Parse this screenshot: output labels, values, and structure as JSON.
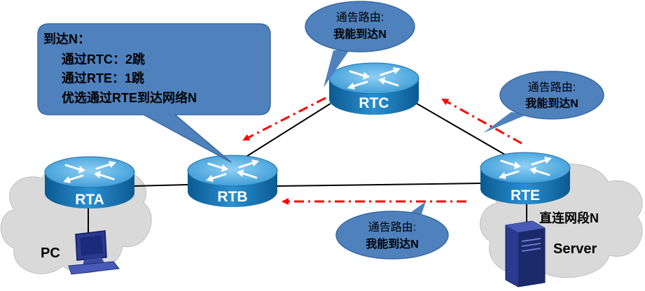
{
  "routers": {
    "rta": "RTA",
    "rtb": "RTB",
    "rtc": "RTC",
    "rte": "RTE"
  },
  "hosts": {
    "pc": "PC",
    "server": "Server"
  },
  "segment_label": "直连网段N",
  "callout_rtb": {
    "line1": "到达N：",
    "line2": "通过RTC：2跳",
    "line3": "通过RTE：1跳",
    "line4": "优选通过RTE到达网络N"
  },
  "advert_top": {
    "line1": "通告路由:",
    "line2": "我能到达N"
  },
  "advert_right": {
    "line1": "通告路由:",
    "line2": "我能到达N"
  },
  "advert_bottom": {
    "line1": "通告路由:",
    "line2": "我能到达N"
  },
  "colors": {
    "router_body": "#1f7fbf",
    "router_top": "#5fb0e0",
    "bubble": "#4f81bd",
    "arrow": "#ff0000",
    "cloud": "#d9d9d9",
    "link": "#000000"
  },
  "icons": [
    "router-icon",
    "pc-icon",
    "server-icon",
    "cloud-icon",
    "dash-dot-arrow-icon"
  ]
}
